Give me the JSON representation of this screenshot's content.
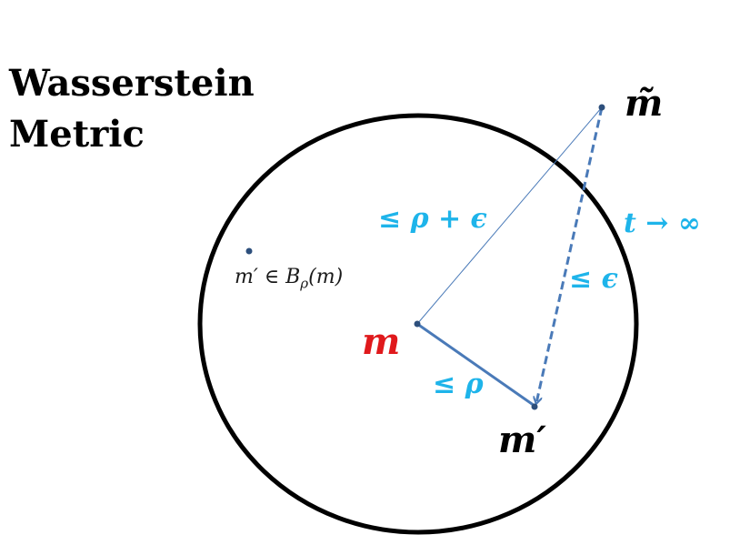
{
  "title": {
    "line1": "Wasserstein",
    "line2": "Metric"
  },
  "points": {
    "m": "m",
    "m_prime": "m′",
    "m_tilde": "m̃",
    "m_prime_ball": "m′ ∈ B",
    "m_prime_ball_sub": "ρ",
    "m_prime_ball_tail": "(m)"
  },
  "labels": {
    "rho_plus_eps": "≤ ρ + ϵ",
    "eps": "≤ ϵ",
    "rho": "≤ ρ",
    "t_inf": "t → ∞"
  },
  "colors": {
    "circle": "#000000",
    "line_thin": "#4a7ab8",
    "segment": "#4a7ab8",
    "dashed": "#4a7ab8",
    "label_blue": "#1eb4ea",
    "m_red": "#e0191c",
    "point": "#2d4f7c"
  }
}
